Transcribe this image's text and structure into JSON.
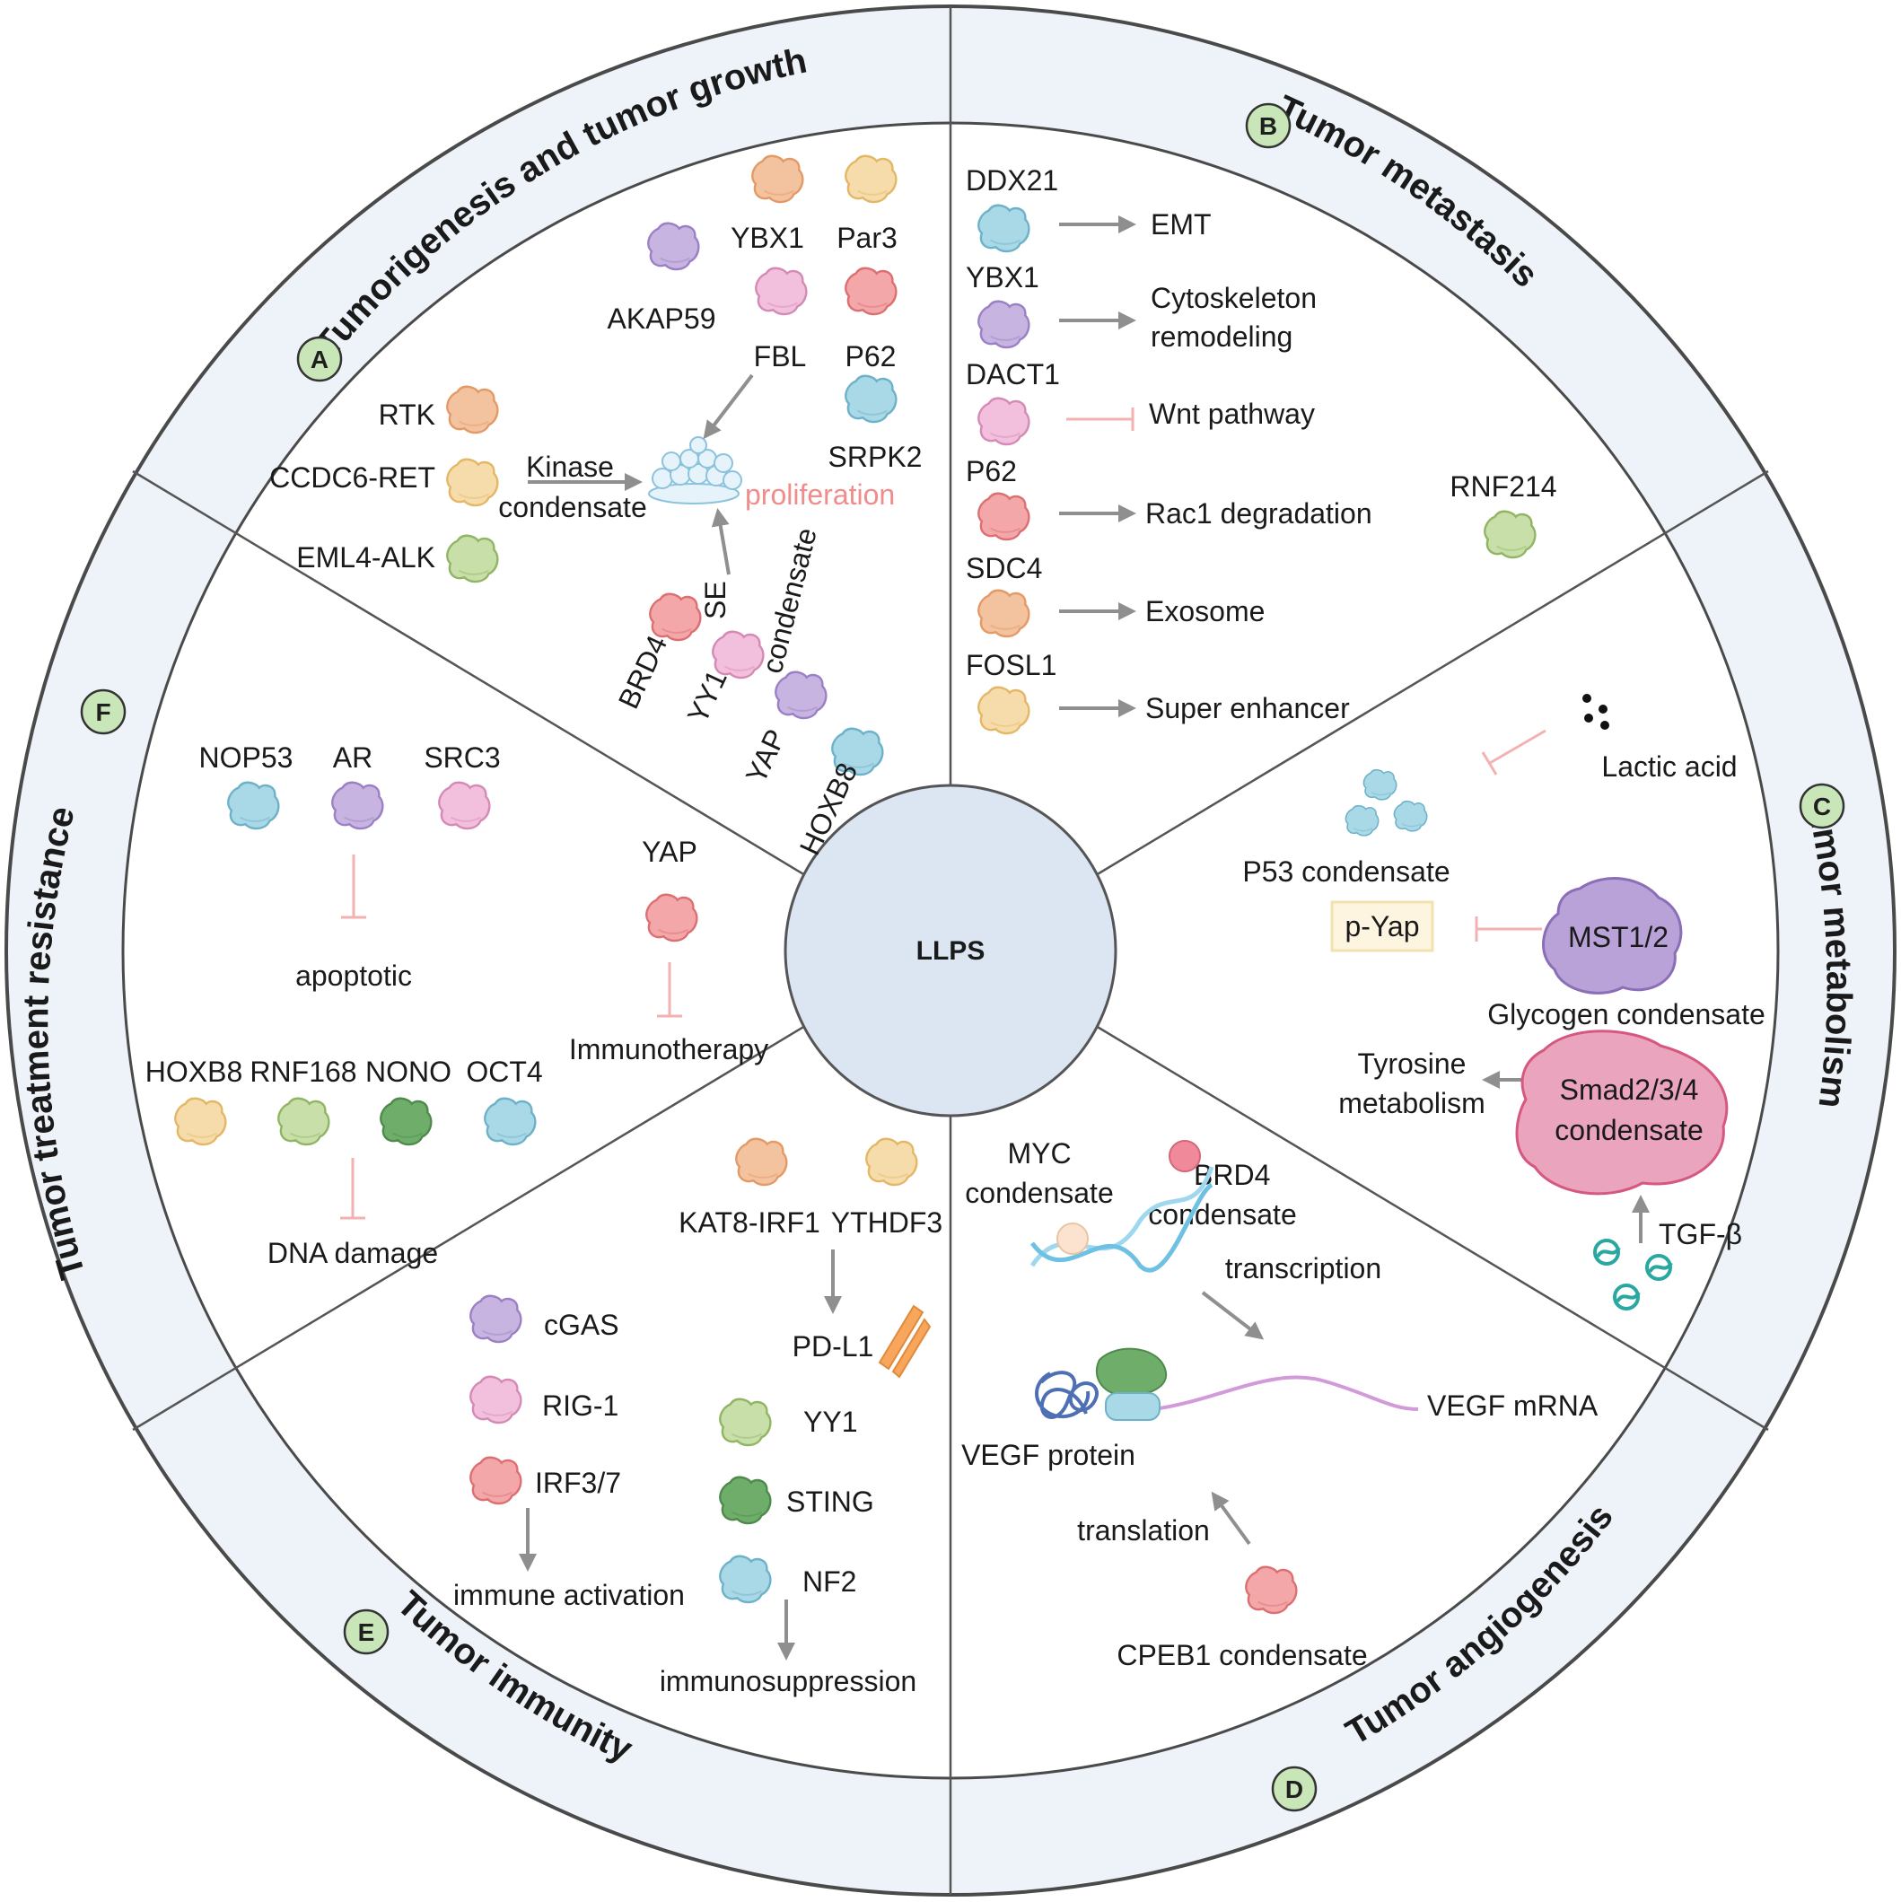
{
  "center": "LLPS",
  "sections": {
    "A": {
      "letter": "A",
      "title": "Tumorigenesis and tumor growth"
    },
    "B": {
      "letter": "B",
      "title": "Tumor metastasis"
    },
    "C": {
      "letter": "C",
      "title": "Tumor metabolism"
    },
    "D": {
      "letter": "D",
      "title": "Tumor angiogenesis"
    },
    "E": {
      "letter": "E",
      "title": "Tumor immunity"
    },
    "F": {
      "letter": "F",
      "title": "Tumor treatment resistance"
    }
  },
  "a": {
    "ybx1": "YBX1",
    "par3": "Par3",
    "akap59": "AKAP59",
    "fbl": "FBL",
    "p62": "P62",
    "rtk": "RTK",
    "ccdc6ret": "CCDC6-RET",
    "eml4alk": "EML4-ALK",
    "kinase": "Kinase",
    "kinase_condensate": "condensate",
    "srpk2": "SRPK2",
    "proliferation": "proliferation",
    "se": "SE",
    "se_condensate": "condensate",
    "brd4": "BRD4",
    "yy1": "YY1",
    "yap": "YAP",
    "hoxb8": "HOXB8"
  },
  "b": {
    "items": [
      {
        "protein": "DDX21",
        "effect": "EMT",
        "effect2": "",
        "type": "arrow"
      },
      {
        "protein": "YBX1",
        "effect": "Cytoskeleton",
        "effect2": "remodeling",
        "type": "arrow"
      },
      {
        "protein": "DACT1",
        "effect": "Wnt pathway",
        "effect2": "",
        "type": "inhibit"
      },
      {
        "protein": "P62",
        "effect": "Rac1 degradation",
        "effect2": "",
        "type": "arrow"
      },
      {
        "protein": "SDC4",
        "effect": "Exosome",
        "effect2": "",
        "type": "arrow"
      },
      {
        "protein": "FOSL1",
        "effect": "Super enhancer",
        "effect2": "",
        "type": "arrow"
      }
    ],
    "rnf214": "RNF214"
  },
  "c": {
    "lactic": "Lactic acid",
    "p53": "P53 condensate",
    "pyap": "p-Yap",
    "mst": "MST1/2",
    "glycogen": "Glycogen condensate",
    "tyrosine1": "Tyrosine",
    "tyrosine2": "metabolism",
    "smad1": "Smad2/3/4",
    "smad2": "condensate",
    "tgfb": "TGF-β"
  },
  "d": {
    "myc1": "MYC",
    "myc2": "condensate",
    "brd4_1": "BRD4",
    "brd4_2": "condensate",
    "transcription": "transcription",
    "vegf_mrna": "VEGF mRNA",
    "vegf_protein": "VEGF protein",
    "translation": "translation",
    "cpeb1": "CPEB1 condensate"
  },
  "e": {
    "kat8": "KAT8-IRF1",
    "ythdf3": "YTHDF3",
    "pdl1": "PD-L1",
    "cgas": "cGAS",
    "rig1": "RIG-1",
    "irf37": "IRF3/7",
    "yy1": "YY1",
    "sting": "STING",
    "nf2": "NF2",
    "immune_activation": "immune activation",
    "immunosuppression": "immunosuppression"
  },
  "f": {
    "nop53": "NOP53",
    "ar": "AR",
    "src3": "SRC3",
    "apoptotic": "apoptotic",
    "yap": "YAP",
    "immunotherapy": "Immunotherapy",
    "hoxb8": "HOXB8",
    "rnf168": "RNF168",
    "nono": "NONO",
    "oct4": "OCT4",
    "dna_damage": "DNA damage"
  },
  "colors": {
    "orange": "#f3c29e",
    "yellow": "#f6dcab",
    "purple": "#c8b4e0",
    "pink": "#f2bfdc",
    "red": "#f3a7a8",
    "blue": "#a9d8e6",
    "green": "#c9dfa9",
    "darkgreen": "#6fae6a",
    "badge": "#c8e6b8",
    "ring": "#eef3f9",
    "center": "#dce6f2"
  }
}
